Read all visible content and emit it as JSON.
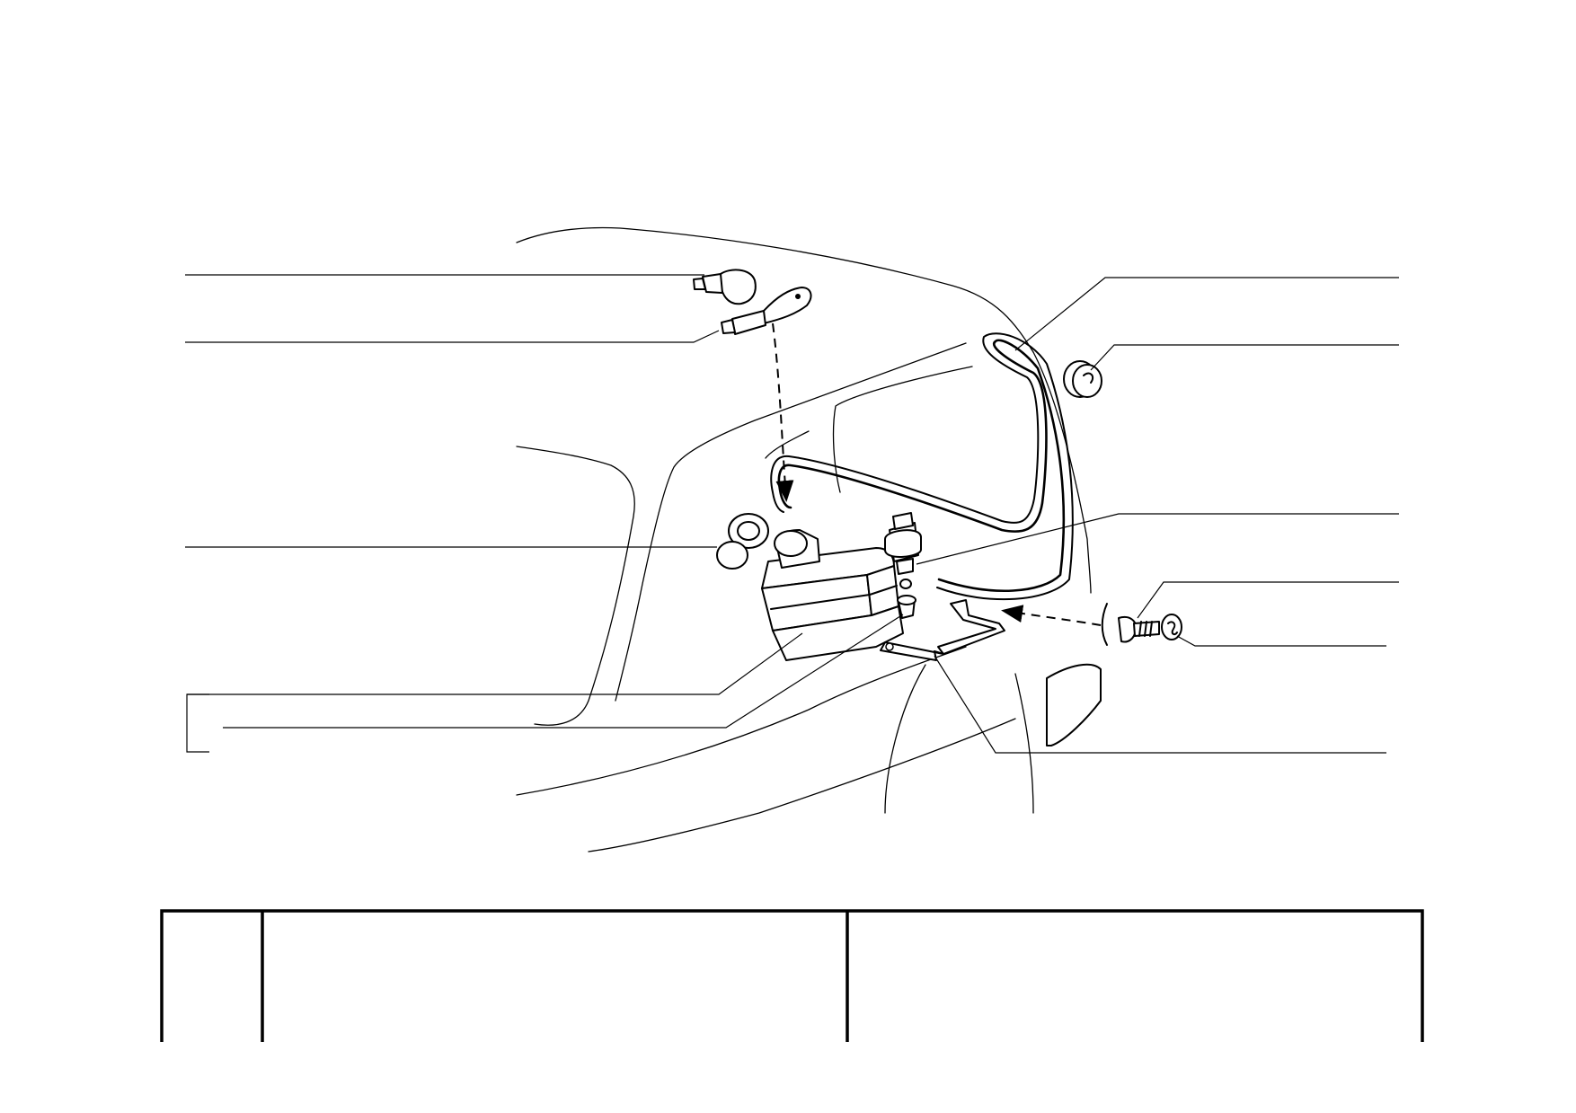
{
  "figure": {
    "title": "",
    "caption": ""
  },
  "table": {
    "columns": [
      {
        "key": "ref",
        "header": ""
      },
      {
        "key": "description",
        "header": ""
      },
      {
        "key": "remarks",
        "header": ""
      }
    ],
    "rows": []
  },
  "colors": {
    "line": "#000000",
    "background": "#ffffff"
  }
}
